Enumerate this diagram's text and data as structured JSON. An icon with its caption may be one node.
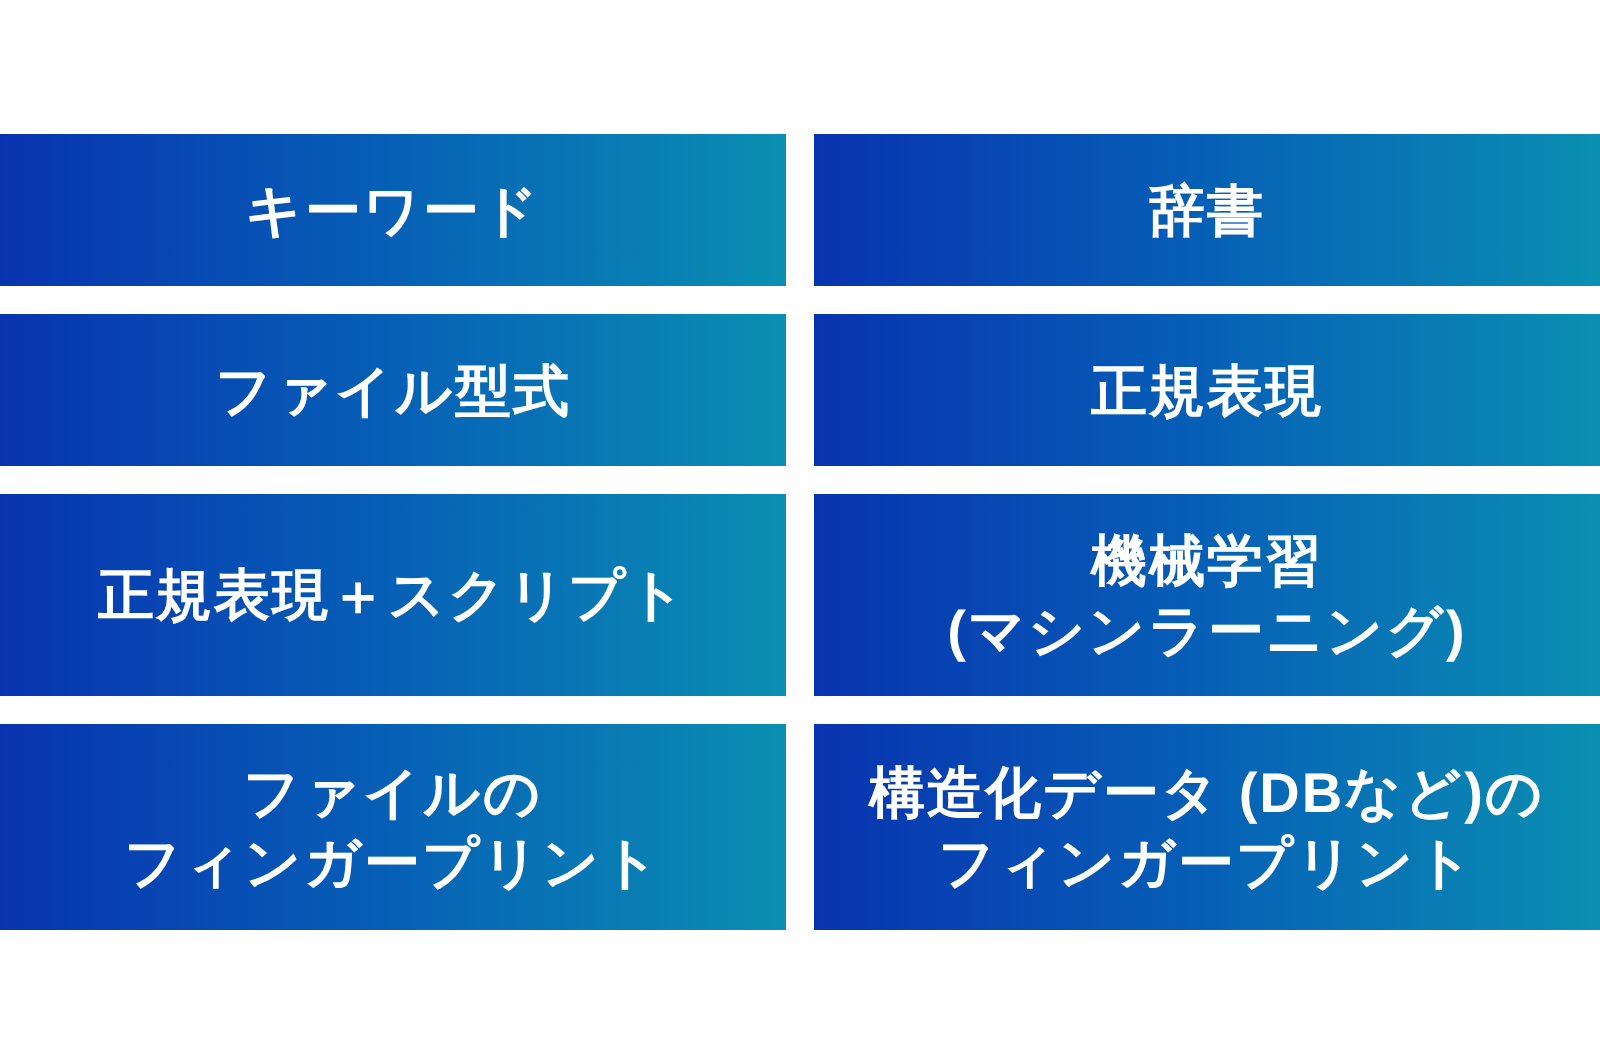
{
  "diagram": {
    "nodes": [
      {
        "text": [
          "キーワード"
        ]
      },
      {
        "text": [
          "辞書"
        ]
      },
      {
        "text": [
          "ファイル型式"
        ]
      },
      {
        "text": [
          "正規表現"
        ]
      },
      {
        "text": [
          "正規表現＋スクリプト"
        ]
      },
      {
        "text": [
          "機械学習(マシンラーニング)"
        ]
      },
      {
        "text": [
          "ファイルのフィンガープリント"
        ]
      },
      {
        "text": [
          "構造化データ (DBなど)のフィンガープリント"
        ]
      }
    ]
  }
}
